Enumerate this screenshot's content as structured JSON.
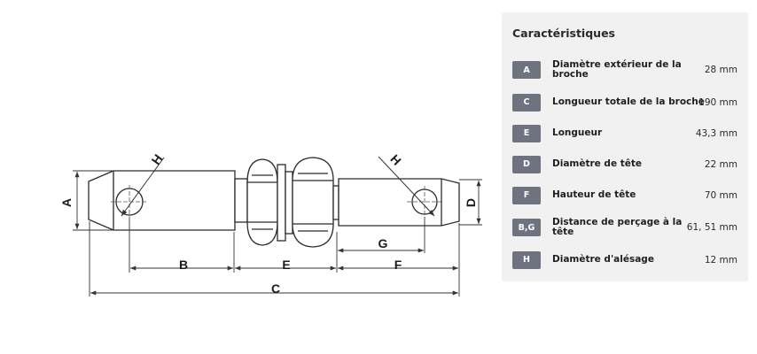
{
  "drawing": {
    "labels": {
      "A": "A",
      "B": "B",
      "C": "C",
      "D": "D",
      "E": "E",
      "F": "F",
      "G": "G",
      "H_left": "H",
      "H_right": "H"
    }
  },
  "panel": {
    "title": "Caractéristiques",
    "specs": [
      {
        "badge": "A",
        "label": "Diamètre extérieur de la broche",
        "value": "28 mm"
      },
      {
        "badge": "C",
        "label": "Longueur totale de la broche",
        "value": "190 mm"
      },
      {
        "badge": "E",
        "label": "Longueur",
        "value": "43,3 mm"
      },
      {
        "badge": "D",
        "label": "Diamètre de tête",
        "value": "22 mm"
      },
      {
        "badge": "F",
        "label": "Hauteur de tête",
        "value": "70 mm"
      },
      {
        "badge": "B,G",
        "label": "Distance de perçage à la tête",
        "value": "61, 51 mm"
      },
      {
        "badge": "H",
        "label": "Diamètre d'alésage",
        "value": "12 mm"
      }
    ]
  }
}
